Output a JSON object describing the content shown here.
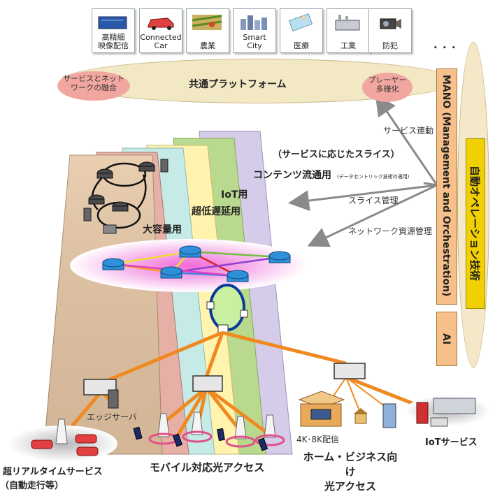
{
  "services": [
    {
      "label": "高精細\n映像配信",
      "icon": "video-screen-icon"
    },
    {
      "label": "Connected\nCar",
      "icon": "car-icon"
    },
    {
      "label": "農業",
      "icon": "farm-icon"
    },
    {
      "label": "Smart\nCity",
      "icon": "city-icon"
    },
    {
      "label": "医療",
      "icon": "medical-icon"
    },
    {
      "label": "工業",
      "icon": "factory-icon"
    },
    {
      "label": "防犯",
      "icon": "camera-icon"
    }
  ],
  "more": "．．．",
  "platform": {
    "title": "共通プラットフォーム",
    "left_badge": "サービスとネット\nワークの融合",
    "right_badge": "プレーヤー\n多様化"
  },
  "mano": "MANO (Management and Orchestration)",
  "ai": "AI",
  "auto_ops": "自動オペレーション技術",
  "arrows": {
    "service_link": "サービス連動",
    "slice_mgmt": "スライス管理",
    "resource_mgmt": "ネットワーク資源管理"
  },
  "slices": {
    "header": "（サービスに応じたスライス）",
    "contents": "コンテンツ流通用",
    "contents_note": "(データセントリック技術の適用)",
    "iot": "IoT用",
    "low_latency": "超低遅延用",
    "large_capacity": "大容量用"
  },
  "bottom": {
    "edge_server": "エッジサーバ",
    "realtime": "超リアルタイムサービス",
    "realtime_sub": "（自動走行等）",
    "mobile": "モバイル対応光アクセス",
    "home_business": "ホーム・ビジネス向け\n光アクセス",
    "hd_delivery": "4K･8K配信",
    "iot_service": "IoTサービス"
  },
  "colors": {
    "platform": "#f2e8c4",
    "badge": "#f2a6a0",
    "mano": "#f5c08a",
    "auto_ops": "#f0d000",
    "slice_beige": "#e8c8a8",
    "slice_pink": "#e8b0a8",
    "slice_cyan": "#c8ece8",
    "slice_yellow": "#fff4b0",
    "slice_green": "#b8d890",
    "slice_lavender": "#d0c8e8",
    "fiber": "#f08a20"
  }
}
